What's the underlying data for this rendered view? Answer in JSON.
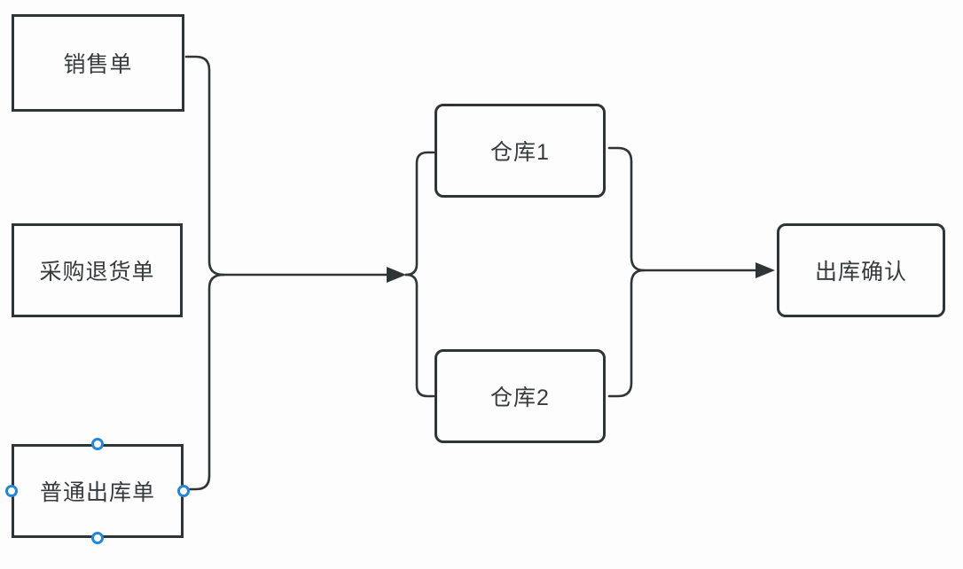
{
  "diagram": {
    "nodes": [
      {
        "id": "sales-order",
        "label": "销售单",
        "shape": "rect"
      },
      {
        "id": "purchase-return-order",
        "label": "采购退货单",
        "shape": "rect"
      },
      {
        "id": "normal-outbound-order",
        "label": "普通出库单",
        "shape": "rect",
        "selected": true
      },
      {
        "id": "warehouse-1",
        "label": "仓库1",
        "shape": "rounded-rect"
      },
      {
        "id": "warehouse-2",
        "label": "仓库2",
        "shape": "rounded-rect"
      },
      {
        "id": "outbound-confirmation",
        "label": "出库确认",
        "shape": "rounded-rect"
      }
    ],
    "edges": [
      {
        "sources": [
          "销售单",
          "普通出库单"
        ],
        "targets": [
          "仓库1",
          "仓库2"
        ],
        "connector": "brace-merge-arrow-split"
      },
      {
        "sources": [
          "仓库1",
          "仓库2"
        ],
        "targets": [
          "出库确认"
        ],
        "connector": "brace-merge-arrow"
      }
    ],
    "selection": {
      "selected_node": "普通出库单",
      "connection_points": [
        "top",
        "right",
        "bottom",
        "left"
      ]
    },
    "colors": {
      "line": "#2f3537",
      "text": "#363b3d",
      "canvas": "#fdfdfd",
      "handle_ring": "#2186e0",
      "handle_fill": "#ffffff"
    }
  }
}
